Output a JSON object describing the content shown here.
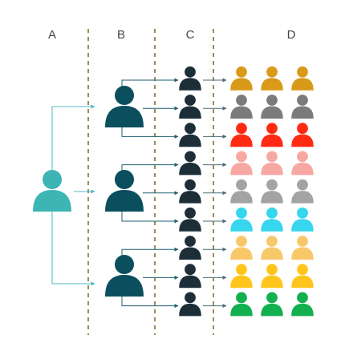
{
  "columns": [
    {
      "label": "A"
    },
    {
      "label": "B"
    },
    {
      "label": "C"
    },
    {
      "label": "D"
    }
  ],
  "colors": {
    "root": "#3db5b5",
    "level_b": "#0b4f5e",
    "level_c": "#1c2e38",
    "connector_root": "#4fb8c0",
    "connector_b": "#1f5f70",
    "connector_c": "#4a6a76",
    "divider": "#8a6d2f",
    "label": "#444444",
    "d_groups": [
      "#d99a1a",
      "#7b7b7b",
      "#ff2a12",
      "#f7a8a2",
      "#a3a3a3",
      "#35d6ee",
      "#f7c86a",
      "#ffc51a",
      "#12b04f"
    ]
  },
  "structure": {
    "root_count": 1,
    "b_per_root": 3,
    "c_per_b": 3,
    "d_per_c": 3
  },
  "icons": {
    "person": "person-icon"
  }
}
